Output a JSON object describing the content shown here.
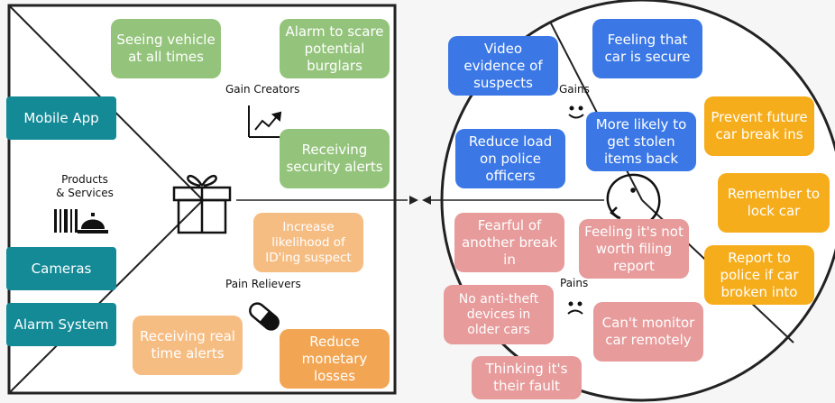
{
  "value_map": {
    "labels": {
      "gain_creators": "Gain Creators",
      "products_services_line1": "Products",
      "products_services_line2": "& Services",
      "pain_relievers": "Pain Relievers",
      "gains": "Gains",
      "pains": "Pains"
    },
    "products": [
      "Mobile App",
      "Cameras",
      "Alarm System"
    ],
    "gain_creators": [
      "Seeing vehicle at all times",
      "Alarm to scare potential burglars",
      "Receiving security alerts"
    ],
    "pain_relievers": [
      "Increase likelihood of ID'ing suspect",
      "Receiving real time alerts",
      "Reduce monetary losses"
    ]
  },
  "customer_profile": {
    "gains": [
      "Video evidence of suspects",
      "Feeling that car is secure",
      "More likely to get stolen items back",
      "Reduce load on police officers"
    ],
    "pains": [
      "Fearful of another break in",
      "Feeling it's not worth filing report",
      "No anti-theft devices in older cars",
      "Can't monitor car remotely",
      "Thinking it's their fault"
    ],
    "jobs": [
      "Prevent future car break ins",
      "Remember to lock car",
      "Report to police if car broken into"
    ]
  },
  "colors": {
    "gain_creator": "#94c47c",
    "pain_reliever": "#f2a654",
    "product": "#148a97",
    "gain": "#3b78e6",
    "pain": "#e79b9b",
    "job": "#f6ad1c"
  },
  "icons": [
    "growth-chart-icon",
    "barcode-icon",
    "service-bell-icon",
    "gift-icon",
    "pill-icon",
    "smile-icon",
    "frown-icon",
    "head-icon"
  ]
}
